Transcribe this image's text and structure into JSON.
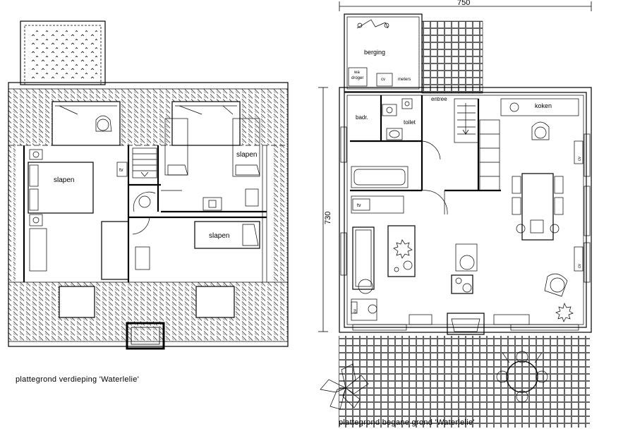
{
  "upper_floor": {
    "caption": "plattegrond verdieping 'Waterlelie'",
    "rooms": {
      "bedroom_main": "slapen",
      "bedroom_right": "slapen",
      "bedroom_bottom": "slapen"
    },
    "tv_label": "tv"
  },
  "ground_floor": {
    "caption": "plattegrond begane grond 'Waterlelie'",
    "rooms": {
      "berging": "berging",
      "wa_droger_line1": "wa",
      "wa_droger_line2": "droger",
      "cv": "cv",
      "meters": "meters",
      "entree": "entree",
      "badr": "badr.",
      "toilet": "toilet",
      "koken": "koken"
    },
    "tv_label": "tv",
    "cv_labels": [
      "cv",
      "cv",
      "cv"
    ],
    "dimensions": {
      "width": "750",
      "depth": "730"
    }
  }
}
